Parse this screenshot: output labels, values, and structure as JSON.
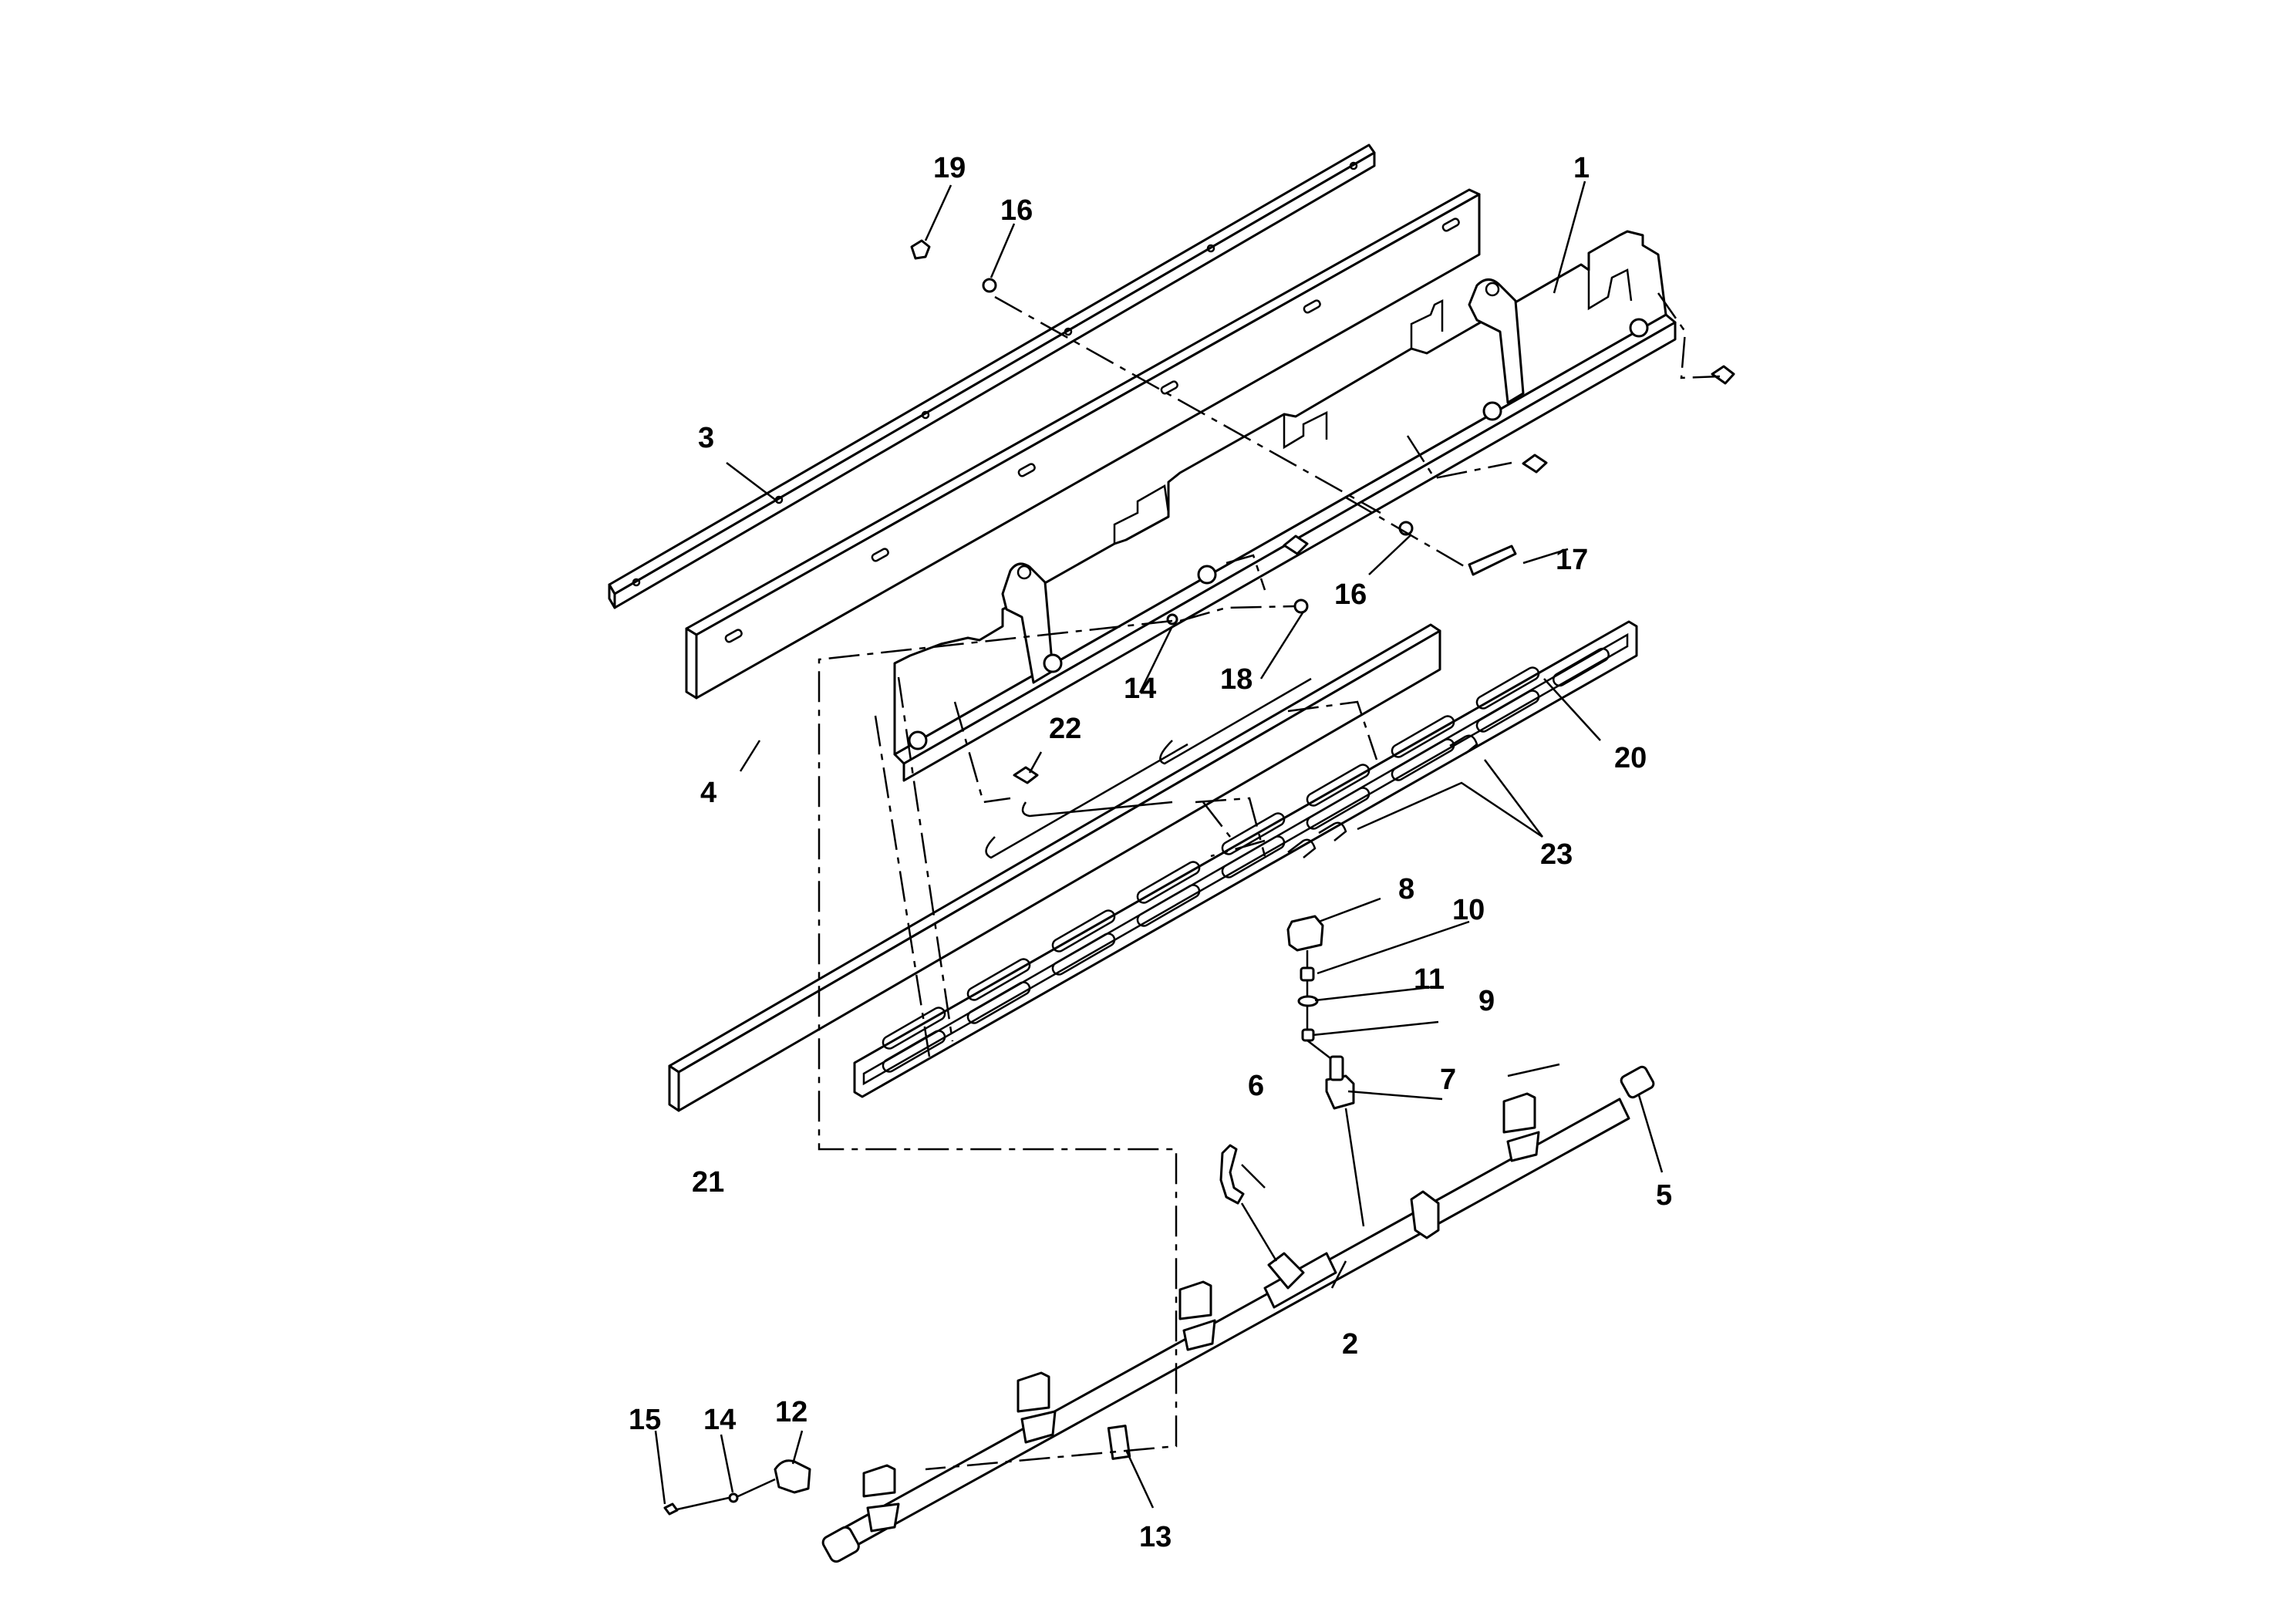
{
  "callouts": {
    "c1": "1",
    "c2": "2",
    "c3": "3",
    "c4": "4",
    "c5": "5",
    "c6": "6",
    "c7": "7",
    "c8": "8",
    "c9": "9",
    "c10": "10",
    "c11": "11",
    "c12": "12",
    "c13": "13",
    "c14a": "14",
    "c14b": "14",
    "c15": "15",
    "c16a": "16",
    "c16b": "16",
    "c17": "17",
    "c18": "18",
    "c19": "19",
    "c20": "20",
    "c21": "21",
    "c22": "22",
    "c23": "23"
  }
}
